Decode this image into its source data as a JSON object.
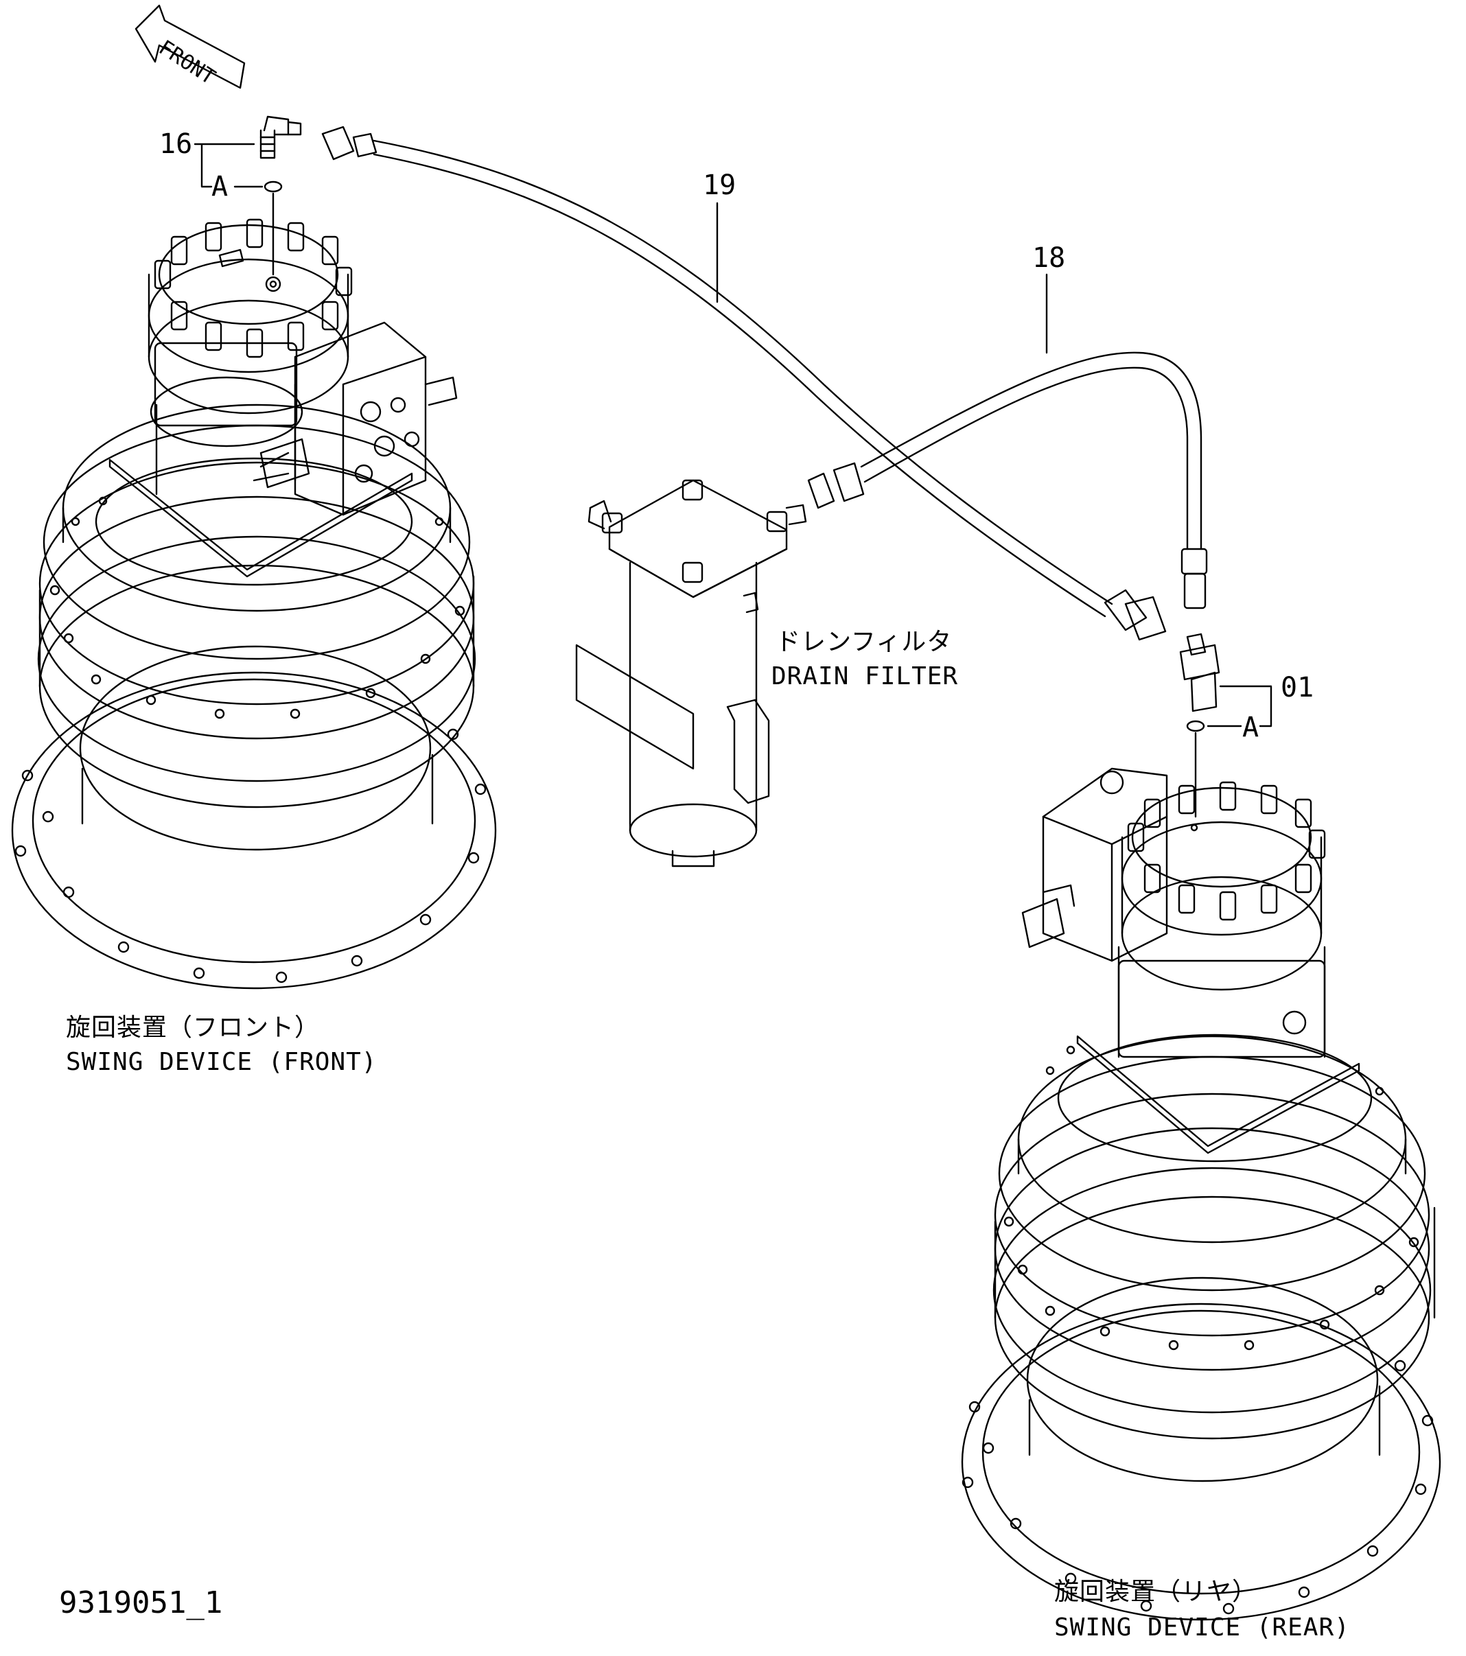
{
  "front_arrow": {
    "label": "FRONT"
  },
  "callouts": {
    "p16": "16",
    "a_left": "A",
    "p19": "19",
    "p18": "18",
    "p01": "01",
    "a_right": "A"
  },
  "components": {
    "drain_filter": {
      "jp": "ドレンフィルタ",
      "en": "DRAIN  FILTER"
    },
    "swing_front": {
      "jp": "旋回装置（フロント）",
      "en": "SWING  DEVICE  (FRONT)"
    },
    "swing_rear": {
      "jp": "旋回装置（リヤ）",
      "en": "SWING  DEVICE  (REAR)"
    }
  },
  "drawing_number": "9319051_1",
  "colors": {
    "line": "#000000",
    "background": "#ffffff"
  }
}
